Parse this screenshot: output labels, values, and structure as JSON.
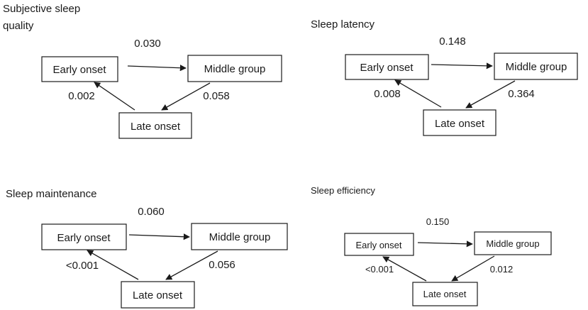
{
  "panels": [
    {
      "title_lines": [
        "Subjective sleep",
        "quality"
      ],
      "nodes": {
        "early": "Early onset",
        "middle": "Middle group",
        "late": "Late onset"
      },
      "edges": {
        "early_to_middle": "0.030",
        "late_to_early": "0.002",
        "middle_to_late": "0.058"
      }
    },
    {
      "title_lines": [
        "Sleep latency"
      ],
      "nodes": {
        "early": "Early onset",
        "middle": "Middle group",
        "late": "Late onset"
      },
      "edges": {
        "early_to_middle": "0.148",
        "late_to_early": "0.008",
        "middle_to_late": "0.364"
      }
    },
    {
      "title_lines": [
        "Sleep maintenance"
      ],
      "nodes": {
        "early": "Early onset",
        "middle": "Middle group",
        "late": "Late onset"
      },
      "edges": {
        "early_to_middle": "0.060",
        "late_to_early": "<0.001",
        "middle_to_late": "0.056"
      }
    },
    {
      "title_lines": [
        "Sleep efficiency"
      ],
      "nodes": {
        "early": "Early onset",
        "middle": "Middle group",
        "late": "Late onset"
      },
      "edges": {
        "early_to_middle": "0.150",
        "late_to_early": "<0.001",
        "middle_to_late": "0.012"
      }
    }
  ]
}
